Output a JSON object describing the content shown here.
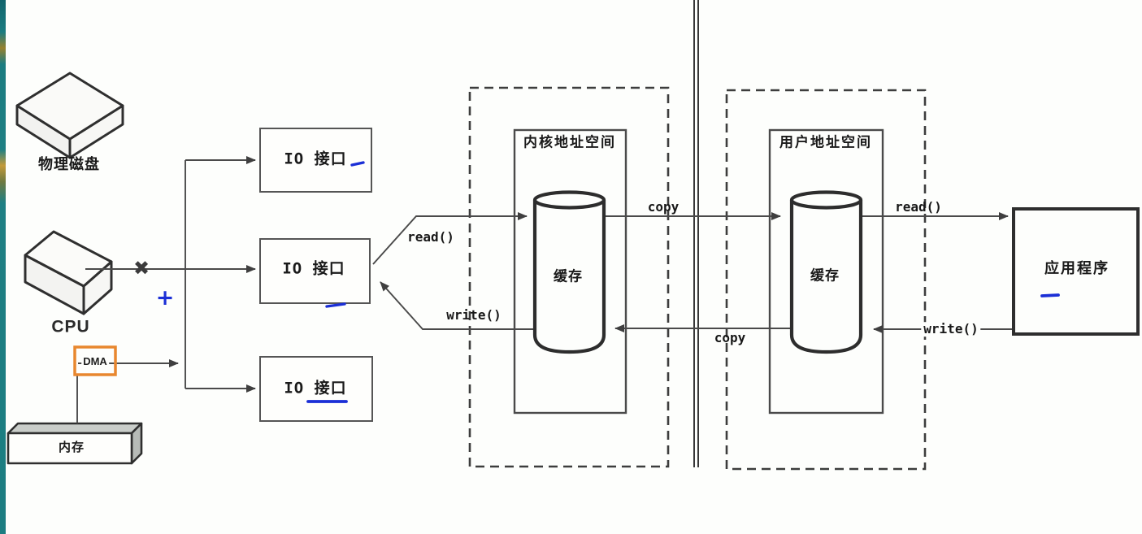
{
  "labels": {
    "physical_disk": "物理磁盘",
    "cpu": "CPU",
    "dma": "DMA",
    "memory": "内存",
    "io_interface_1": "IO 接口",
    "io_interface_2": "IO 接口",
    "io_interface_3": "IO 接口",
    "kernel_space_title": "内核地址空间",
    "user_space_title": "用户地址空间",
    "kernel_cache": "缓存",
    "user_cache": "缓存",
    "application": "应用程序",
    "read_syscall": "read()",
    "write_syscall": "write()",
    "copy_to_user": "copy",
    "copy_to_kernel": "copy",
    "read_app": "read()",
    "write_app": "write()",
    "cross_mark": "✖",
    "plus_mark": "+"
  },
  "colors": {
    "line": "#4a4a4a",
    "cylinder_stroke": "#2d2d2d",
    "annotation_blue": "#1b2fd6",
    "dma_box_orange": "#e8872e",
    "desktop_strip_teal": "#1e7f83",
    "background": "#fdfefc"
  }
}
